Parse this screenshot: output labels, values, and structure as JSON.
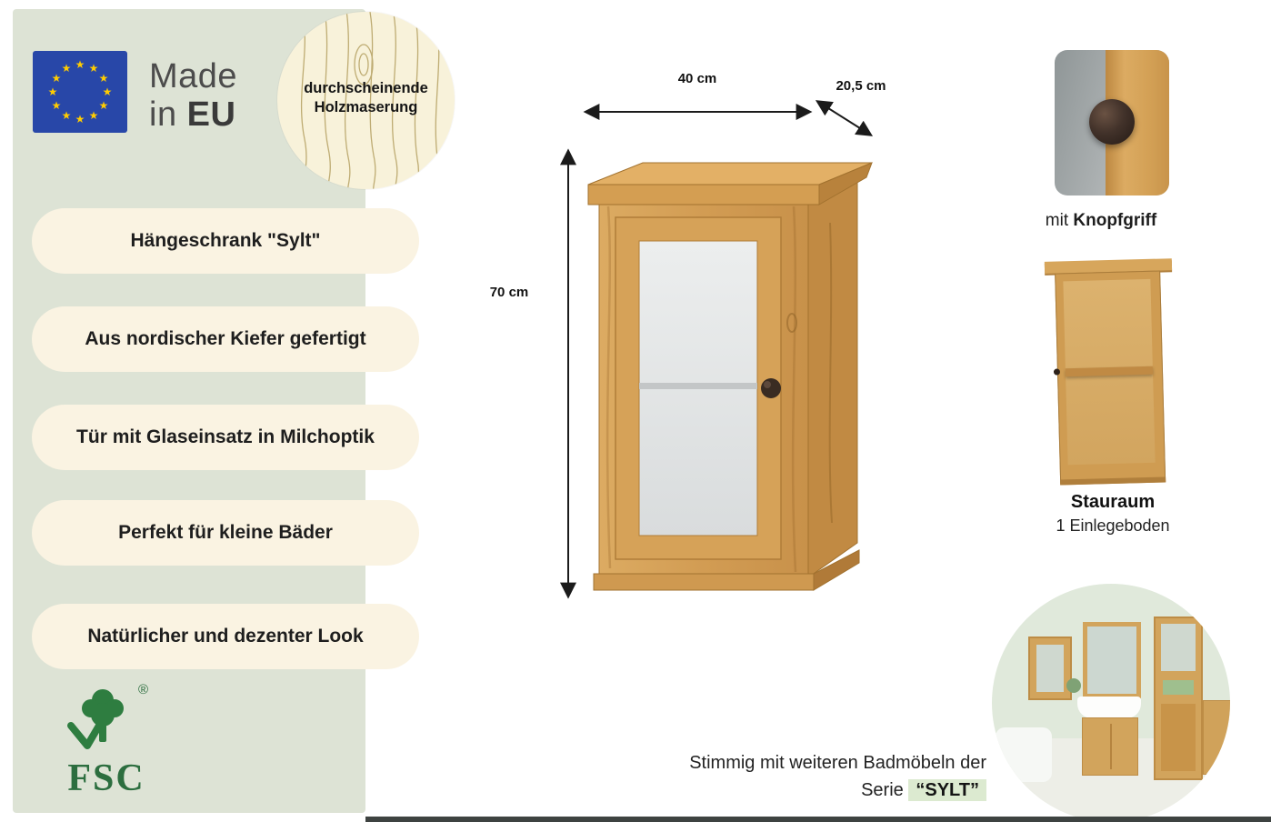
{
  "made_in": {
    "line1": "Made",
    "line2_prefix": "in",
    "line2_bold": "EU"
  },
  "wood_grain_label": "durchscheinende Holzmaserung",
  "features": [
    "Hängeschrank \"Sylt\"",
    "Aus nordischer Kiefer gefertigt",
    "Tür mit Glaseinsatz in Milchoptik",
    "Perfekt für kleine Bäder",
    "Natürlicher und dezenter Look"
  ],
  "dimensions": {
    "width": "40 cm",
    "depth": "20,5 cm",
    "height": "70 cm"
  },
  "knob_caption": {
    "prefix": "mit",
    "bold": "Knopfgriff"
  },
  "storage": {
    "title": "Stauraum",
    "subtitle": "1 Einlegeboden"
  },
  "series_note": {
    "line1": "Stimmig mit weiteren Badmöbeln der",
    "line2_prefix": "Serie",
    "line2_bold": "“SYLT”"
  },
  "fsc": {
    "label": "FSC",
    "reg": "®"
  },
  "icons": {
    "eu_flag": "circle-of-12-stars-on-blue",
    "wood_grain": "wood-grain-line-pattern",
    "fsc_tree": "tree-with-checkmark",
    "dimension_arrows": "double-headed-arrows"
  },
  "colors": {
    "panel": "#dde3d5",
    "pill": "#faf3e2",
    "eu_blue": "#2847a8",
    "star_yellow": "#ffcc00",
    "wood": "#d2a05e",
    "highlight_green": "#dcead0",
    "fsc_green": "#2c6e3f",
    "divider_dark": "#3e4341",
    "text_dark": "#1f1f1f"
  }
}
